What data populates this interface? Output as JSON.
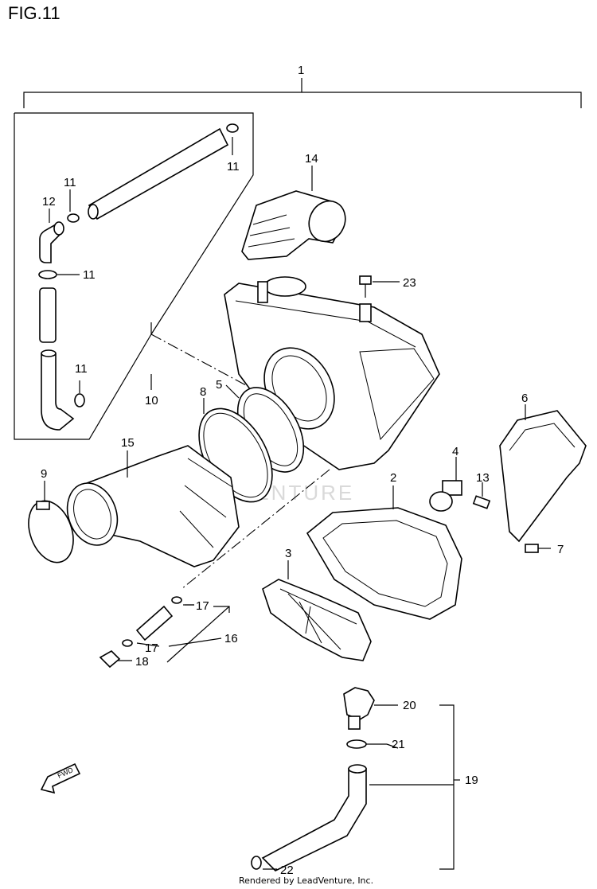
{
  "figure": {
    "title": "FIG.11"
  },
  "footer": {
    "text": "Rendered by LeadVenture, Inc."
  },
  "watermark": {
    "text": "VENTURE"
  },
  "fwd_label": "FWD",
  "callouts": {
    "c1": "1",
    "c2": "2",
    "c3": "3",
    "c4": "4",
    "c5": "5",
    "c6": "6",
    "c7": "7",
    "c8": "8",
    "c9": "9",
    "c10": "10",
    "c11a": "11",
    "c11b": "11",
    "c11c": "11",
    "c11d": "11",
    "c12": "12",
    "c13": "13",
    "c14": "14",
    "c15": "15",
    "c16": "16",
    "c17a": "17",
    "c17b": "17",
    "c18": "18",
    "c19": "19",
    "c20": "20",
    "c21": "21",
    "c22": "22",
    "c23": "23"
  }
}
